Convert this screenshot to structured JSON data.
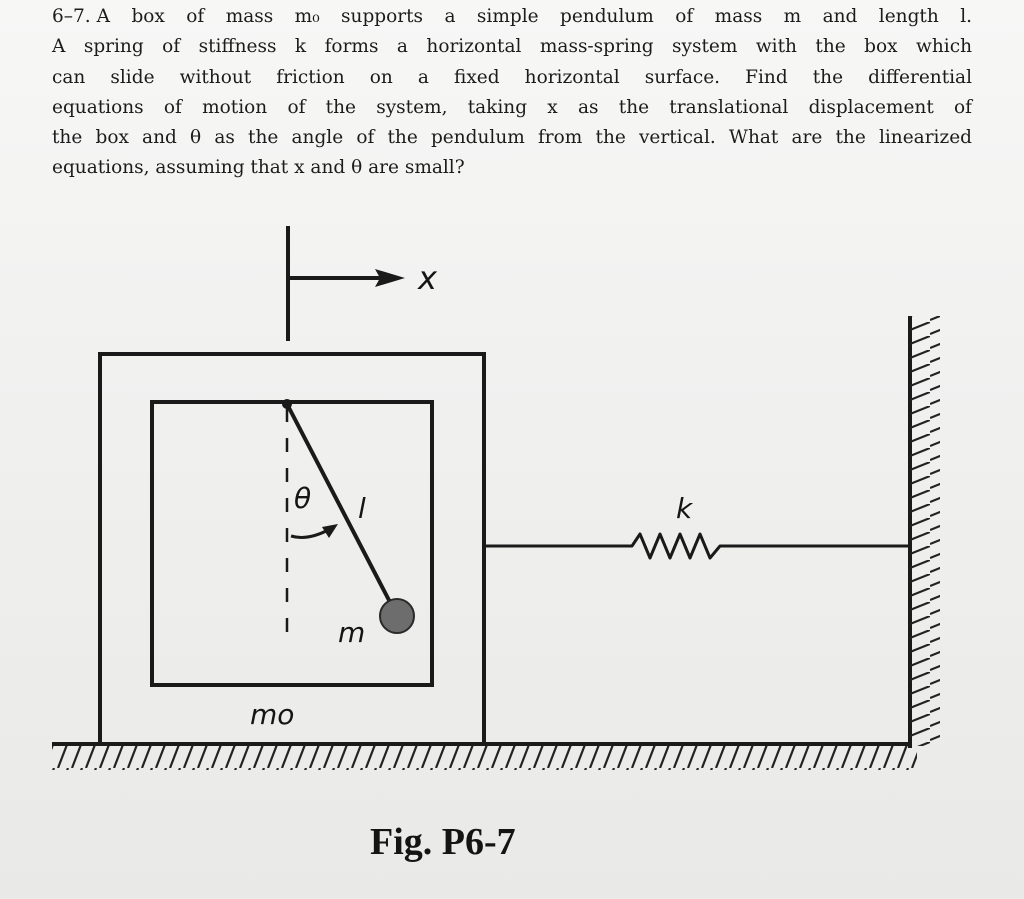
{
  "problem": {
    "number": "6–7.",
    "lines": [
      "A box of mass m₀ supports a simple pendulum of mass m and length l.",
      "A spring of stiffness k forms a horizontal mass-spring system with the box which",
      "can slide without friction on a fixed horizontal surface. Find the differential",
      "equations of motion of the system, taking x as the translational displacement of",
      "the box and θ as the angle of the pendulum from the vertical. What are the linearized",
      "equations, assuming that x and θ are small?"
    ]
  },
  "figure": {
    "labels": {
      "x_axis": "x",
      "theta": "θ",
      "length": "l",
      "pendulum_mass": "m",
      "box_mass": "mo",
      "stiffness": "k"
    },
    "caption": "Fig. P6-7"
  }
}
